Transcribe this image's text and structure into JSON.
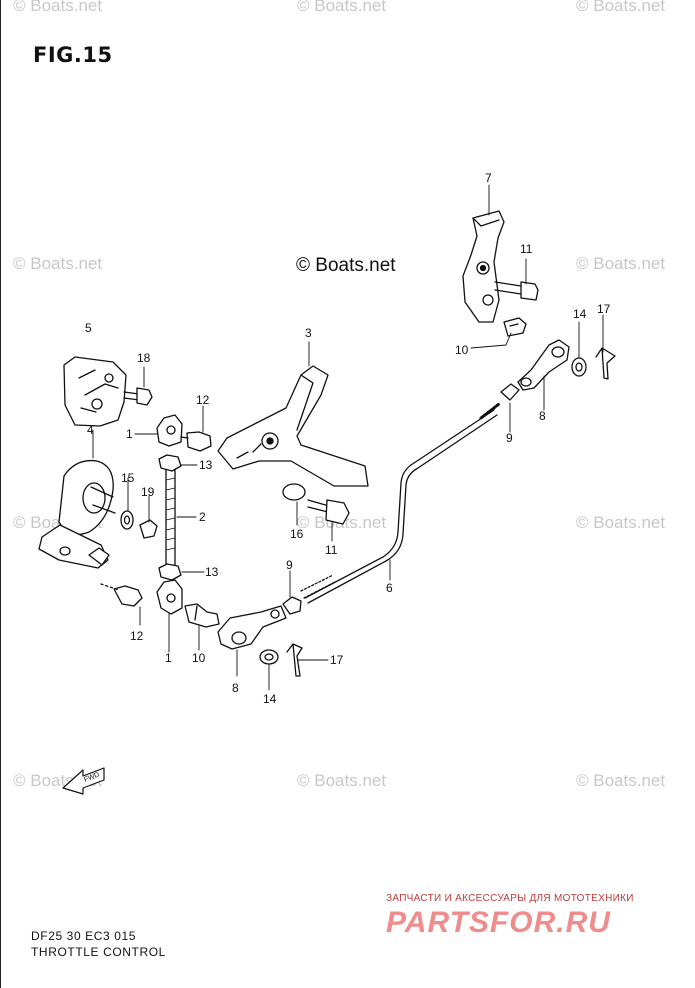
{
  "figure": {
    "title": "FIG.15"
  },
  "watermarks": {
    "text": "© Boats.net",
    "center_text": "© Boats.net"
  },
  "callouts": [
    "1",
    "1",
    "2",
    "3",
    "4",
    "5",
    "6",
    "7",
    "8",
    "8",
    "9",
    "9",
    "10",
    "10",
    "11",
    "11",
    "12",
    "12",
    "13",
    "13",
    "14",
    "14",
    "15",
    "16",
    "17",
    "17",
    "18",
    "19"
  ],
  "fwd_badge": "FWD",
  "caption": {
    "model": "DF25 30 EC3  015",
    "section": "THROTTLE CONTROL"
  },
  "promo": {
    "tagline": "ЗАПЧАСТИ И АКСЕССУАРЫ ДЛЯ МОТОТЕХНИКИ",
    "logo": "PARTSFOR.RU"
  },
  "colors": {
    "line": "#111111",
    "watermark": "#c8c8c8",
    "promo_red": "#c43a3a",
    "promo_logo": "#ef8c8c"
  }
}
